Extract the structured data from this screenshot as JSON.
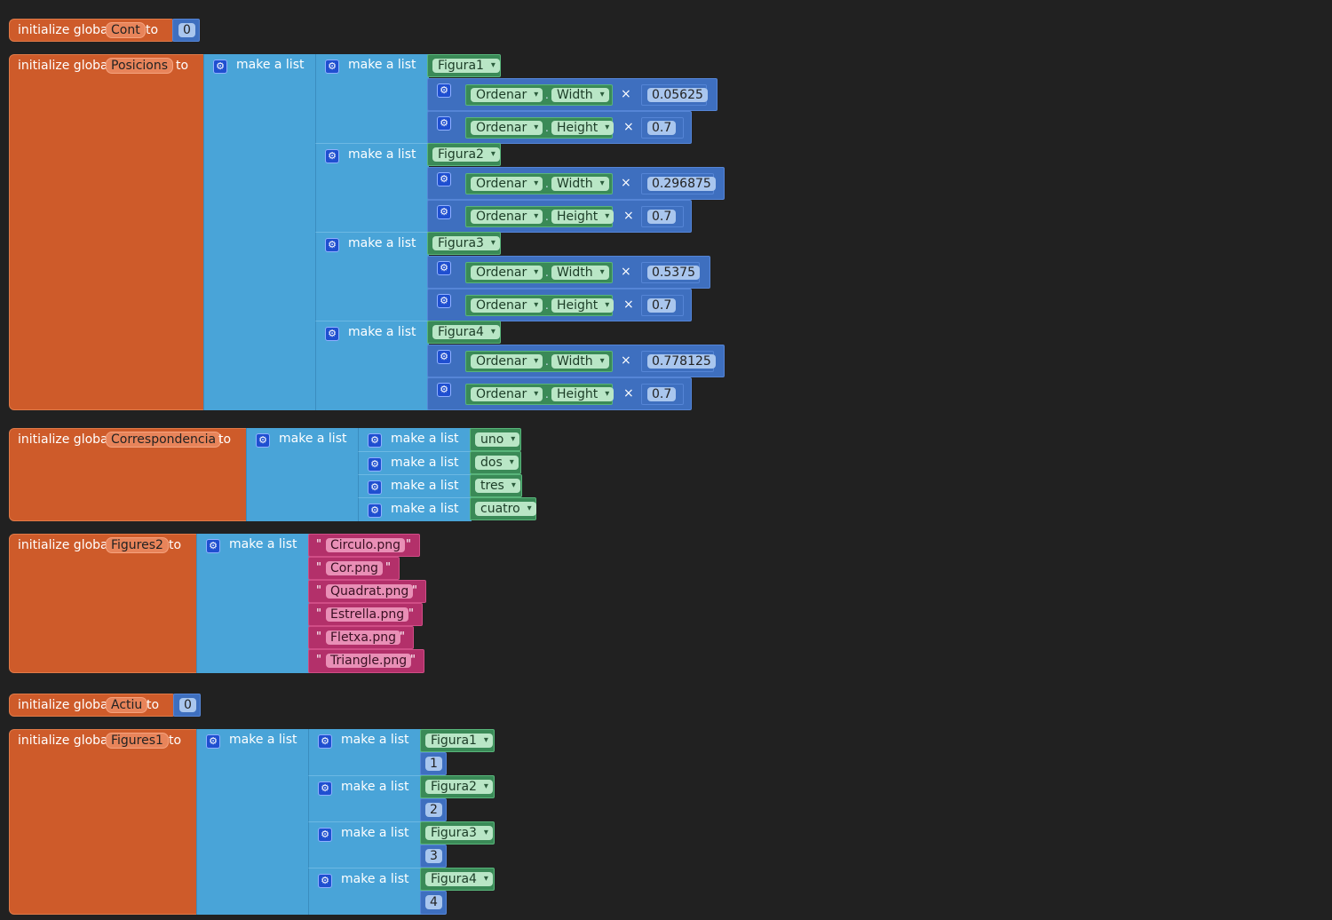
{
  "labels": {
    "initialize_global": "initialize global",
    "to": "to",
    "make_a_list": "make a list",
    "times": "×",
    "dot": ".",
    "quote": "\""
  },
  "blocks": {
    "cont": {
      "var": "Cont",
      "value": "0"
    },
    "posicions": {
      "var": "Posicions",
      "items": [
        {
          "component": "Figura1",
          "x": {
            "comp": "Ordenar",
            "prop": "Width",
            "factor": "0.05625"
          },
          "y": {
            "comp": "Ordenar",
            "prop": "Height",
            "factor": "0.7"
          }
        },
        {
          "component": "Figura2",
          "x": {
            "comp": "Ordenar",
            "prop": "Width",
            "factor": "0.296875"
          },
          "y": {
            "comp": "Ordenar",
            "prop": "Height",
            "factor": "0.7"
          }
        },
        {
          "component": "Figura3",
          "x": {
            "comp": "Ordenar",
            "prop": "Width",
            "factor": "0.5375"
          },
          "y": {
            "comp": "Ordenar",
            "prop": "Height",
            "factor": "0.7"
          }
        },
        {
          "component": "Figura4",
          "x": {
            "comp": "Ordenar",
            "prop": "Width",
            "factor": "0.778125"
          },
          "y": {
            "comp": "Ordenar",
            "prop": "Height",
            "factor": "0.7"
          }
        }
      ]
    },
    "correspondencia": {
      "var": "Correspondencia",
      "items": [
        "uno",
        "dos",
        "tres",
        "cuatro"
      ]
    },
    "figures2": {
      "var": "Figures2",
      "items": [
        "Circulo.png",
        "Cor.png",
        "Quadrat.png",
        "Estrella.png",
        "Fletxa.png",
        "Triangle.png"
      ]
    },
    "actiu": {
      "var": "Actiu",
      "value": "0"
    },
    "figures1": {
      "var": "Figures1",
      "items": [
        {
          "component": "Figura1",
          "number": "1"
        },
        {
          "component": "Figura2",
          "number": "2"
        },
        {
          "component": "Figura3",
          "number": "3"
        },
        {
          "component": "Figura4",
          "number": "4"
        }
      ]
    }
  },
  "colors": {
    "background": "#212121",
    "variables": "#ce5b2a",
    "lists": "#49a4d8",
    "math": "#3e6fbf",
    "components": "#3a8a57",
    "text": "#b3306a"
  },
  "icons": [
    "gear-icon"
  ]
}
